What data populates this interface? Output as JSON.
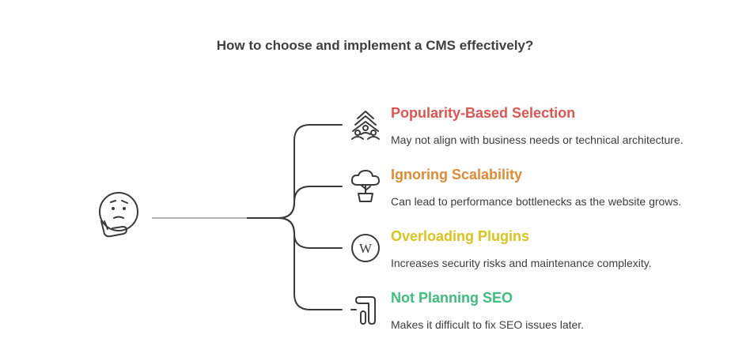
{
  "title": "How to choose and implement a CMS effectively?",
  "central_icon": "thinking-face-icon",
  "items": [
    {
      "title": "Popularity-Based Selection",
      "description": "May not align with business needs or technical architecture.",
      "color": "#e0544f",
      "icon": "crowd-tree-icon"
    },
    {
      "title": "Ignoring Scalability",
      "description": "Can lead to performance bottlenecks as the website grows.",
      "color": "#e08a33",
      "icon": "potted-cloud-plant-icon"
    },
    {
      "title": "Overloading Plugins",
      "description": "Increases security risks and maintenance complexity.",
      "color": "#d9c31d",
      "icon": "wordpress-icon"
    },
    {
      "title": "Not Planning SEO",
      "description": "Makes it difficult to fix SEO issues later.",
      "color": "#3cbf7b",
      "icon": "google-ads-icon"
    }
  ],
  "colors": {
    "connector": "#3a3a3a",
    "title_text": "#3f3f3f",
    "description_text": "#3d3d3d"
  }
}
